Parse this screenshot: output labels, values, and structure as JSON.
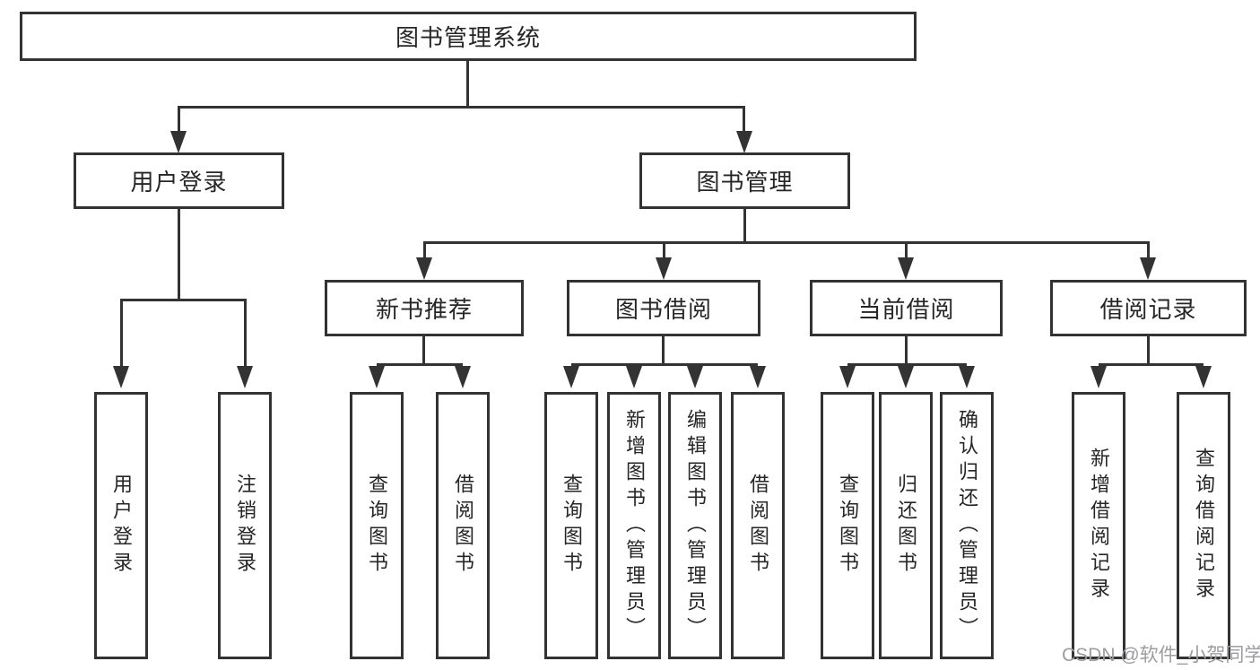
{
  "colors": {
    "line": "#333333",
    "box_border": "#333333",
    "box_background": "#ffffff",
    "text": "#262626",
    "watermark": "#9d9da1"
  },
  "watermark": "CSDN @软件_小贺同学",
  "tree": {
    "root": {
      "label": "图书管理系统"
    },
    "branches": [
      {
        "label": "用户登录",
        "leaves": [
          "用户登录",
          "注销登录"
        ]
      },
      {
        "label": "图书管理",
        "groups": [
          {
            "label": "新书推荐",
            "leaves": [
              "查询图书",
              "借阅图书"
            ]
          },
          {
            "label": "图书借阅",
            "leaves": [
              "查询图书",
              "新增图书（管理员）",
              "编辑图书（管理员）",
              "借阅图书"
            ]
          },
          {
            "label": "当前借阅",
            "leaves": [
              "查询图书",
              "归还图书",
              "确认归还（管理员）"
            ]
          },
          {
            "label": "借阅记录",
            "leaves": [
              "新增借阅记录",
              "查询借阅记录"
            ]
          }
        ]
      }
    ]
  }
}
